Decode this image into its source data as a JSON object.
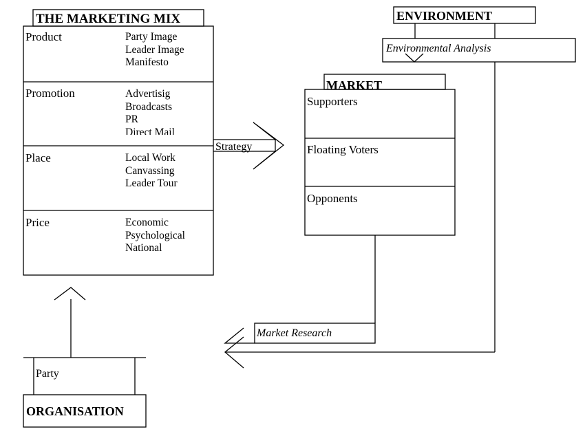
{
  "marketing_mix": {
    "title": "THE MARKETING MIX",
    "rows": [
      {
        "category": "Product",
        "items": [
          "Party Image",
          "Leader Image",
          "Manifesto"
        ]
      },
      {
        "category": "Promotion",
        "items": [
          "Advertisig",
          "Broadcasts",
          "PR",
          "Direct Mail"
        ]
      },
      {
        "category": "Place",
        "items": [
          "Local Work",
          "Canvassing",
          "Leader Tour"
        ]
      },
      {
        "category": "Price",
        "items": [
          "Economic",
          "Psychological",
          "National"
        ]
      }
    ]
  },
  "environment": {
    "title": "ENVIRONMENT",
    "analysis_label": "Environmental Analysis"
  },
  "market": {
    "title": "MARKET",
    "segments": [
      "Supporters",
      "Floating Voters",
      "Opponents"
    ]
  },
  "strategy_label": "Strategy",
  "market_research_label": "Market Research",
  "organisation": {
    "title": "ORGANISATION",
    "party_label": "Party"
  }
}
